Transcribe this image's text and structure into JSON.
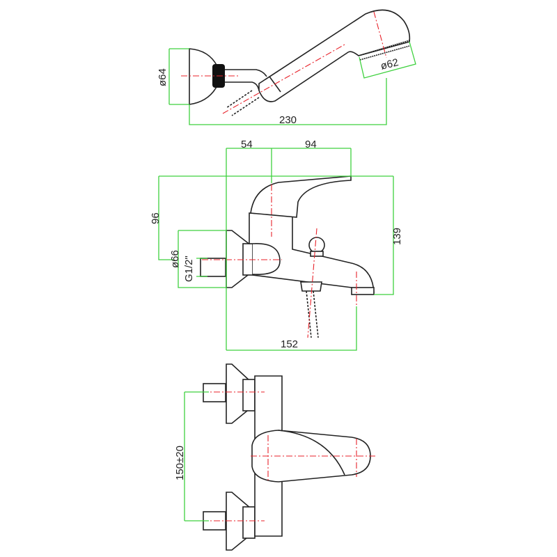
{
  "drawing": {
    "hand_shower": {
      "support_diameter": "ø64",
      "head_diameter": "ø62",
      "length": "230"
    },
    "side_view": {
      "lever_offset": "54",
      "spout_offset": "94",
      "height_to_inlet": "96",
      "total_height": "139",
      "plate_diameter": "ø66",
      "thread": "G1/2\"",
      "projection": "152"
    },
    "front_view": {
      "inlet_spacing": "150±20"
    },
    "colors": {
      "outline": "#222222",
      "dimension": "#3ed13e",
      "centerline": "#e8222a"
    }
  }
}
